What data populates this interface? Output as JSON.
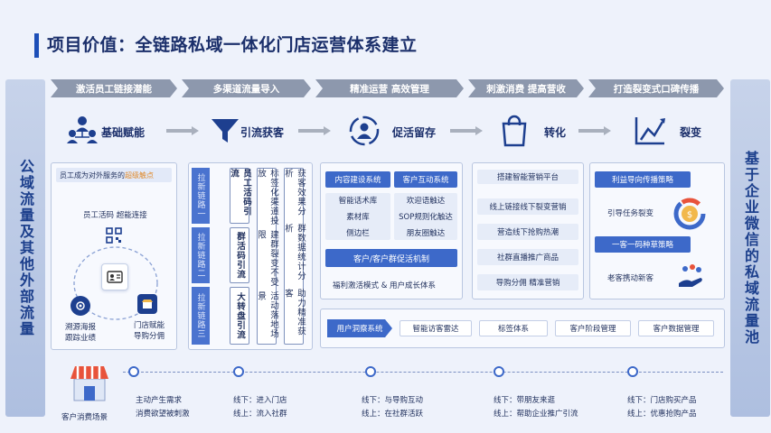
{
  "title": "项目价值：全链路私域一体化门店运营体系建立",
  "left_band": "公域流量及其他外部流量",
  "right_band": "基于企业微信的私域流量池",
  "banner": [
    "激活员工链接潜能",
    "多渠道流量导入",
    "精准运营 高效管理",
    "刺激消费 提高营收",
    "打造裂变式口碑传播"
  ],
  "stages": [
    "基础赋能",
    "引流获客",
    "促活留存",
    "转化",
    "裂变"
  ],
  "panel1": {
    "header_prefix": "员工成为对外服务的",
    "header_highlight": "超级触点",
    "connect": "员工活码 超能连接",
    "left_caption_1": "溯源海报",
    "left_caption_2": "跟踪业绩",
    "right_caption_1": "门店赋能",
    "right_caption_2": "导购分佣"
  },
  "panel2": {
    "channels": [
      "拉新链路一",
      "拉新链路二",
      "拉新链路三"
    ],
    "col1": [
      "员工活码引流",
      "群活码引流",
      "大转盘引流"
    ],
    "col2": [
      "标签化渠道投放",
      "建群裂变不受限",
      "活动落地场景"
    ],
    "col3": [
      "获客效果分析",
      "群数据统计分析",
      "助力精准获客"
    ]
  },
  "panel3": {
    "box1": "内容建设系统",
    "box2": "客户互动系统",
    "list1": [
      "智能话术库",
      "素材库",
      "侧边栏"
    ],
    "list2": [
      "欢迎语触达",
      "SOP规则化触达",
      "朋友圈触达"
    ],
    "bar": "客户/客户群促活机制",
    "footer": "福利激活模式 & 用户成长体系"
  },
  "panel4": {
    "header": "搭建智能营销平台",
    "items": [
      "线上链接线下裂变营销",
      "营造线下抢购热潮",
      "社群直播推广商品",
      "导购分佣 精准营销"
    ]
  },
  "panel5": {
    "box1": "利益导向传播策略",
    "item1": "引导任务裂变",
    "box2": "一客一码种草策略",
    "item2": "老客携动新客"
  },
  "user_bar": {
    "lead": "用户洞察系统",
    "items": [
      "智能访客雷达",
      "标签体系",
      "客户阶段管理",
      "客户数据管理"
    ]
  },
  "scene_label": "客户消费场景",
  "timeline": [
    {
      "l1": "主动产生需求",
      "l2": "消费欲望被刺激"
    },
    {
      "l1": "线下：进入门店",
      "l2": "线上：流入社群"
    },
    {
      "l1": "线下：与导购互动",
      "l2": "线上：在社群活跃"
    },
    {
      "l1": "线下：带朋友来逛",
      "l2": "线上：帮助企业推广引流"
    },
    {
      "l1": "线下：门店购买产品",
      "l2": "线上：优惠抢购产品"
    }
  ],
  "colors": {
    "primary": "#3d69c9",
    "banner": "#8d98ad",
    "title": "#1b2f6b"
  }
}
